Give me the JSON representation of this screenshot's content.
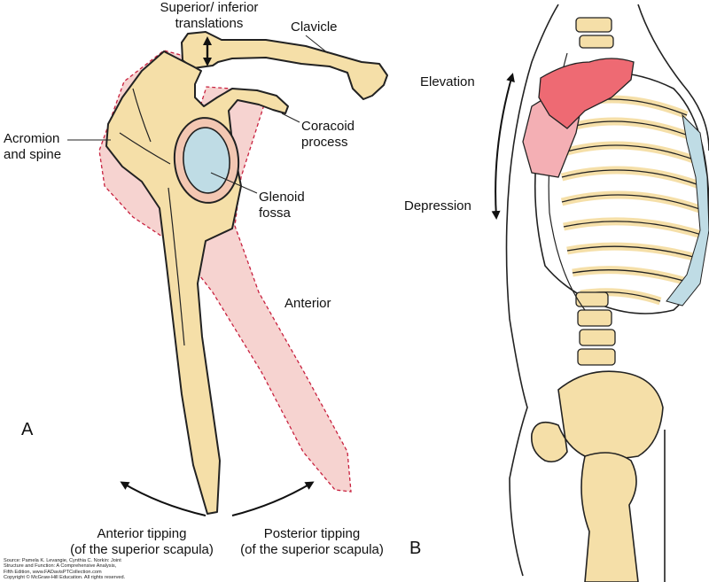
{
  "panel_a": {
    "letter": "A",
    "labels": {
      "translation_line1": "Superior/ inferior",
      "translation_line2": "translations",
      "clavicle": "Clavicle",
      "acromion_line1": "Acromion",
      "acromion_line2": "and spine",
      "coracoid_line1": "Coracoid",
      "coracoid_line2": "process",
      "glenoid_line1": "Glenoid",
      "glenoid_line2": "fossa",
      "anterior": "Anterior",
      "anterior_tipping_line1": "Anterior tipping",
      "anterior_tipping_line2": "(of the superior scapula)",
      "posterior_tipping_line1": "Posterior tipping",
      "posterior_tipping_line2": "(of the superior scapula)"
    }
  },
  "panel_b": {
    "letter": "B",
    "labels": {
      "elevation": "Elevation",
      "depression": "Depression"
    }
  },
  "source": [
    "Source: Pamela K. Levangie, Cynthia C. Norkin: Joint",
    "Structure and Function: A Comprehensive Analysis,",
    "Fifth Edition, www.FADavisPTCollection.com",
    "Copyright © McGraw-Hill Education. All rights reserved."
  ],
  "colors": {
    "bone": "#F5DFA8",
    "outline": "#222222",
    "ghost_fill": "#F6D3D0",
    "ghost_stroke": "#C8213F",
    "glenoid": "#BFDCE5",
    "scapula_highlight": "#EE6A73",
    "scapula_light": "#F4AFB4"
  }
}
